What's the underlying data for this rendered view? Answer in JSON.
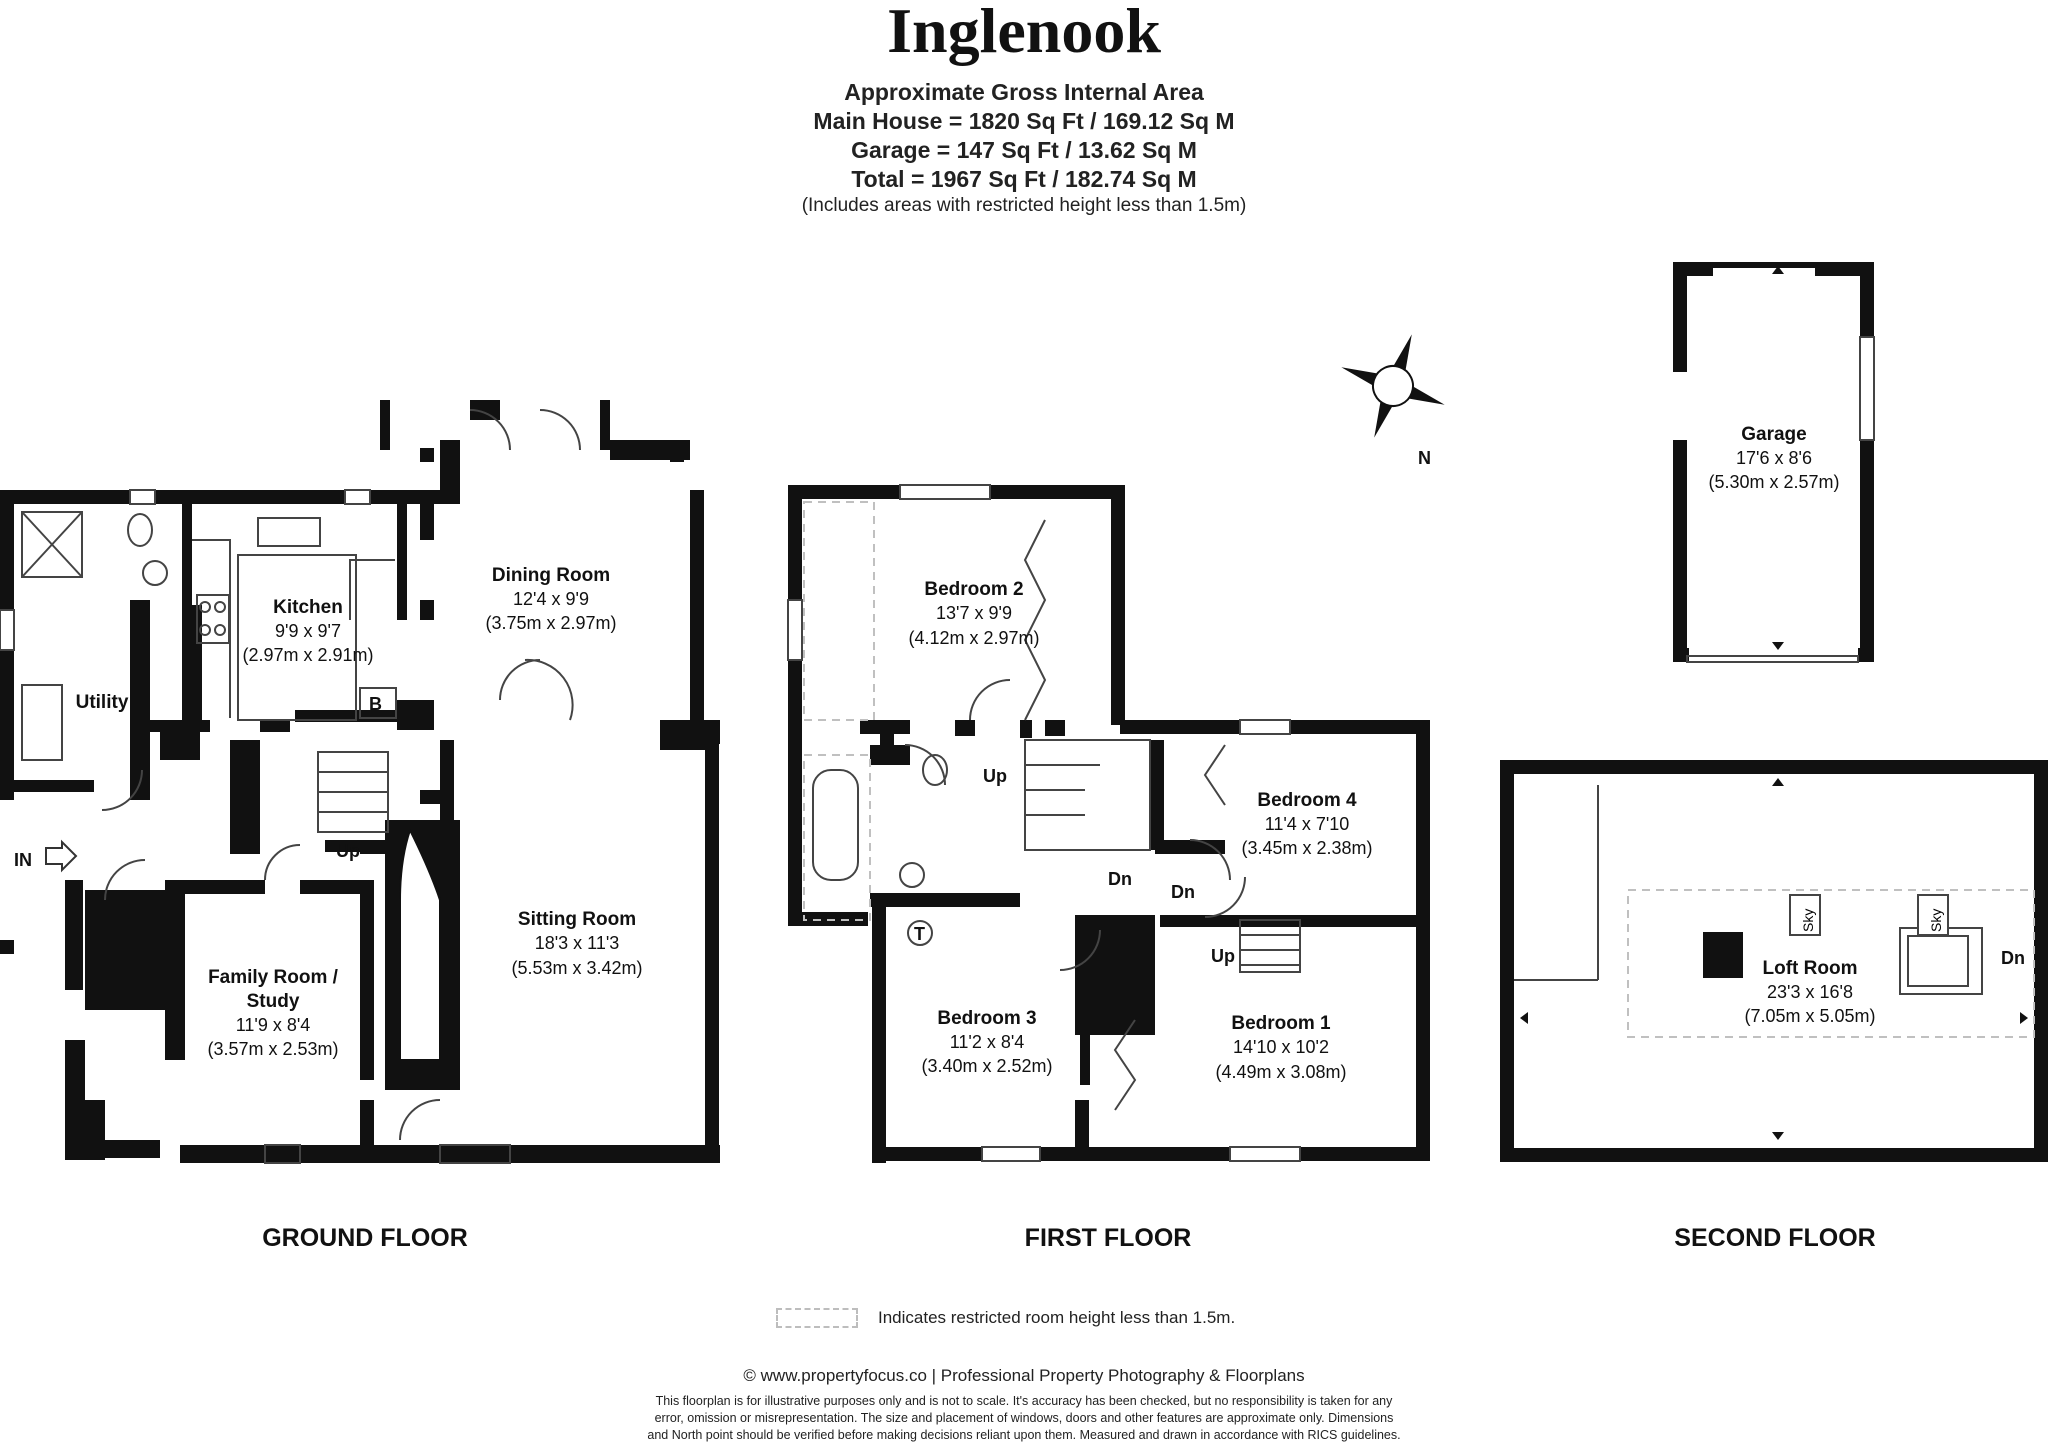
{
  "title": "Inglenook",
  "area": {
    "heading": "Approximate Gross Internal Area",
    "main_house": "Main House = 1820 Sq Ft / 169.12 Sq M",
    "garage": "Garage = 147 Sq Ft / 13.62 Sq M",
    "total": "Total = 1967 Sq Ft / 182.74 Sq M",
    "note": "(Includes areas with restricted height less than 1.5m)"
  },
  "rooms": {
    "kitchen": {
      "name": "Kitchen",
      "imperial": "9'9 x 9'7",
      "metric": "(2.97m x 2.91m)"
    },
    "dining": {
      "name": "Dining Room",
      "imperial": "12'4 x 9'9",
      "metric": "(3.75m x 2.97m)"
    },
    "utility": {
      "name": "Utility"
    },
    "sitting": {
      "name": "Sitting Room",
      "imperial": "18'3 x 11'3",
      "metric": "(5.53m x 3.42m)"
    },
    "family": {
      "name_line1": "Family Room /",
      "name_line2": "Study",
      "imperial": "11'9 x 8'4",
      "metric": "(3.57m x 2.53m)"
    },
    "bedroom2": {
      "name": "Bedroom 2",
      "imperial": "13'7 x 9'9",
      "metric": "(4.12m x 2.97m)"
    },
    "bedroom4": {
      "name": "Bedroom 4",
      "imperial": "11'4 x 7'10",
      "metric": "(3.45m x 2.38m)"
    },
    "bedroom3": {
      "name": "Bedroom 3",
      "imperial": "11'2 x 8'4",
      "metric": "(3.40m x 2.52m)"
    },
    "bedroom1": {
      "name": "Bedroom 1",
      "imperial": "14'10 x 10'2",
      "metric": "(4.49m x 3.08m)"
    },
    "garage": {
      "name": "Garage",
      "imperial": "17'6 x 8'6",
      "metric": "(5.30m x 2.57m)"
    },
    "loft": {
      "name": "Loft Room",
      "imperial": "23'3 x 16'8",
      "metric": "(7.05m x 5.05m)"
    }
  },
  "labels": {
    "in": "IN",
    "boiler": "B",
    "tank": "T",
    "up": "Up",
    "dn": "Dn",
    "sky": "Sky",
    "north": "N"
  },
  "floors": {
    "ground": "GROUND FLOOR",
    "first": "FIRST FLOOR",
    "second": "SECOND FLOOR"
  },
  "legend": "Indicates restricted room height less than 1.5m.",
  "credit": "© www.propertyfocus.co | Professional Property Photography & Floorplans",
  "disclaimer": {
    "line1": "This floorplan is for illustrative purposes only and is not to scale. It's accuracy has been checked, but no responsibility is taken for any",
    "line2": "error, omission or misrepresentation. The size and placement of windows, doors and other features are approximate only. Dimensions",
    "line3": "and North point should be verified before making decisions reliant upon them. Measured and drawn in accordance with RICS guidelines."
  },
  "colors": {
    "wall": "#111111",
    "line": "#333333",
    "dashed": "#c0c0c0"
  }
}
